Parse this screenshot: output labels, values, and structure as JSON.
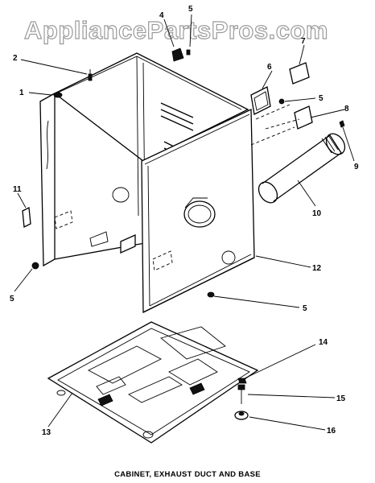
{
  "watermark": "AppliancePartsPros.com",
  "caption": "CABINET, EXHAUST DUCT AND BASE",
  "callouts": [
    "1",
    "2",
    "4",
    "5",
    "5",
    "5",
    "5",
    "6",
    "7",
    "8",
    "9",
    "10",
    "11",
    "12",
    "13",
    "14",
    "15",
    "16"
  ]
}
